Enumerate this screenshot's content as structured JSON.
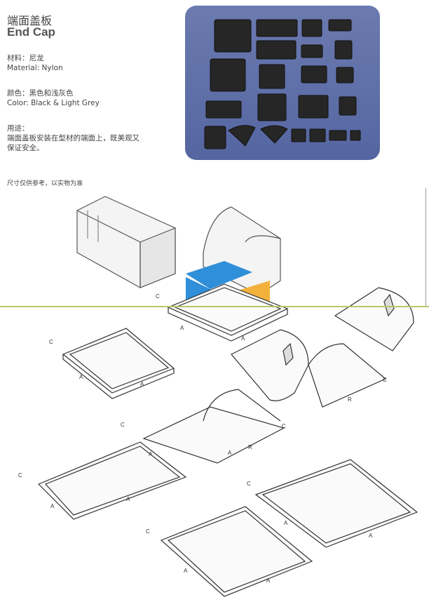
{
  "header": {
    "title_cn": "端面盖板",
    "title_en": "End Cap"
  },
  "specs": {
    "material_cn": "材料：尼龙",
    "material_en": "Material: Nylon",
    "color_cn": "颜色：黑色和浅灰色",
    "color_en": "Color: Black & Light Grey",
    "usage_label_cn": "用途：",
    "usage_line1_cn": "端面盖板安装在型材的端面上，既美观又",
    "usage_line2_cn": "保证安全。"
  },
  "note": "尺寸仅供参考，以实物为准",
  "dimension_labels": {
    "a": "A",
    "c": "C",
    "r": "R"
  },
  "colors": {
    "photo_bg": "#5a6a9a",
    "cap_dark": "#2a2a2a",
    "logo_blue": "#2f8fd8",
    "logo_orange": "#f3b13c",
    "divider": "#b5c96a"
  }
}
